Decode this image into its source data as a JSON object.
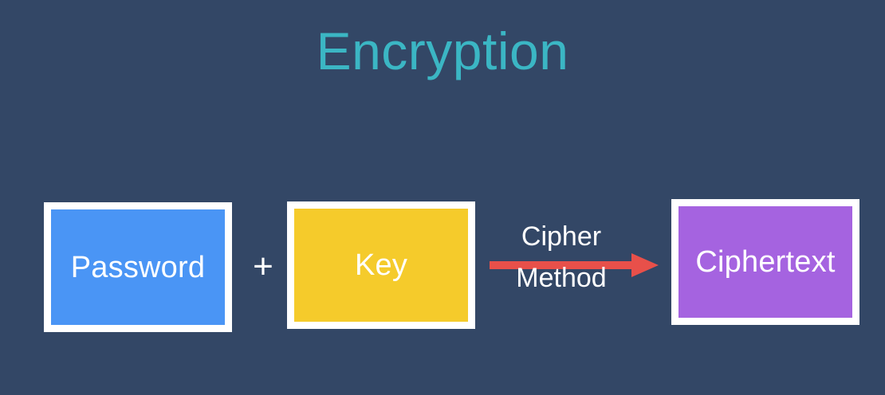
{
  "slide": {
    "title": "Encryption",
    "background_color": "#334766",
    "title_color": "#3BB6C4"
  },
  "diagram": {
    "inputs": [
      {
        "id": "password",
        "label": "Password",
        "fill_color": "#4A95F5",
        "border_color": "#FFFFFF",
        "text_color": "#FFFFFF"
      },
      {
        "id": "key",
        "label": "Key",
        "fill_color": "#F5CB2B",
        "border_color": "#FFFFFF",
        "text_color": "#FFFFFF"
      }
    ],
    "operator": {
      "id": "plus",
      "symbol": "+",
      "color": "#FFFFFF"
    },
    "transform": {
      "id": "cipher-method",
      "line_one": "Cipher",
      "line_two": "Method",
      "text_color": "#FFFFFF",
      "arrow_color": "#E8504A",
      "arrow_direction": "right"
    },
    "output": {
      "id": "ciphertext",
      "label": "Ciphertext",
      "fill_color": "#A563E0",
      "border_color": "#FFFFFF",
      "text_color": "#FFFFFF"
    }
  }
}
